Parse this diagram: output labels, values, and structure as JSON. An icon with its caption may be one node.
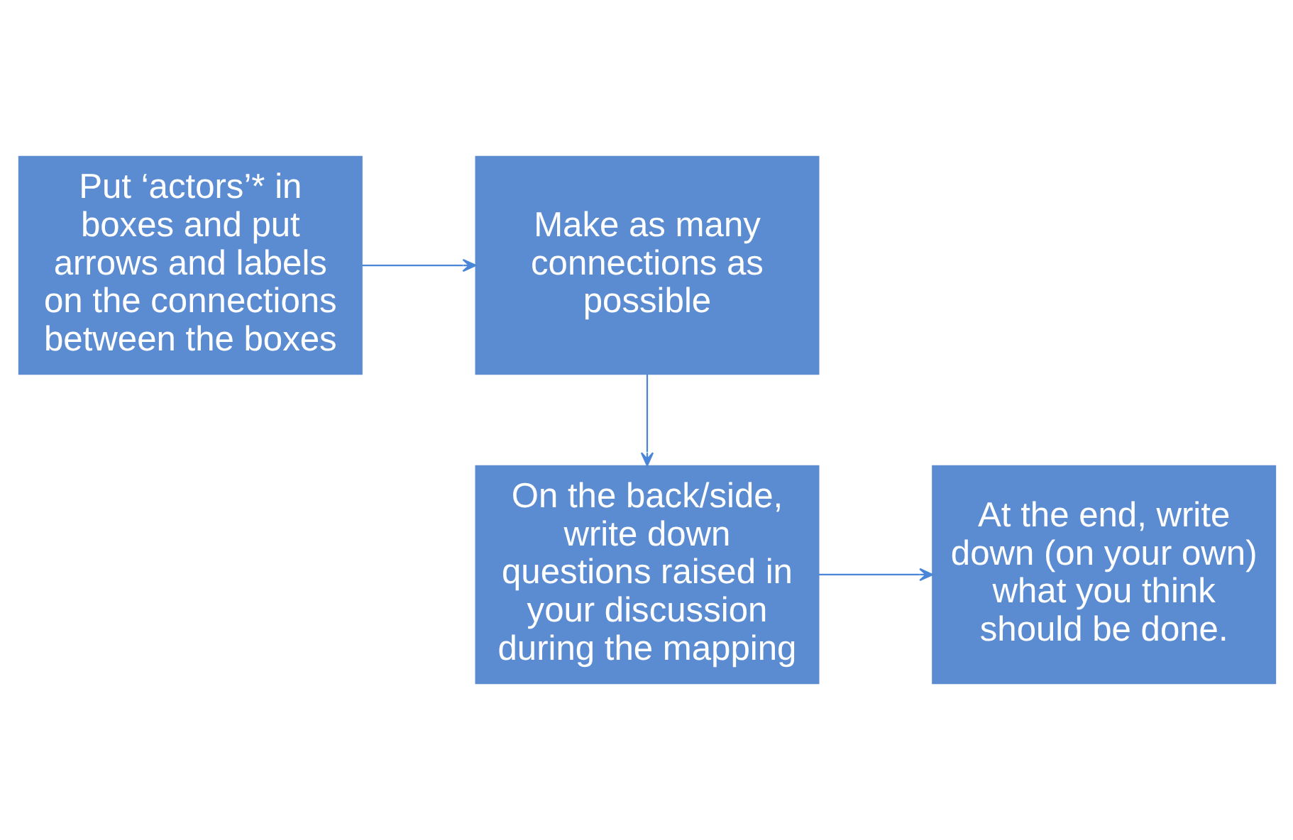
{
  "diagram": {
    "nodes": [
      {
        "text": [
          "Put ‘actors’* in boxes and put arrows and labels on the connections between the boxes"
        ]
      },
      {
        "text": [
          "Make as many connections as possible"
        ]
      },
      {
        "text": [
          "On the back/side, write down questions raised in your discussion during the mapping"
        ]
      },
      {
        "text": [
          "At the end, write down (on your own) what you think should be done."
        ]
      }
    ],
    "edges": [
      {
        "from": 0,
        "to": 1,
        "arrow": "to"
      },
      {
        "from": 1,
        "to": 2,
        "arrow": "to"
      },
      {
        "from": 2,
        "to": 3,
        "arrow": "to"
      }
    ]
  }
}
